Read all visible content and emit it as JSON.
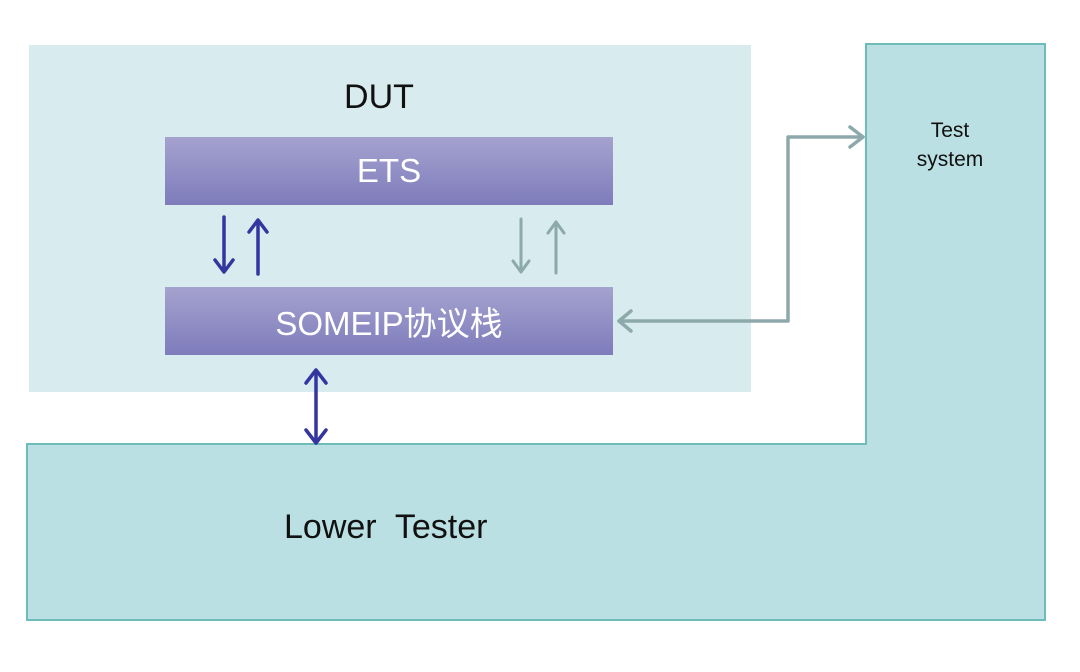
{
  "diagram": {
    "dut_label": "DUT",
    "ets_label": "ETS",
    "someip_stack_label": "SOMEIP协议栈",
    "test_system_label": "Test\nsystem",
    "lower_tester_label": "Lower  Tester"
  },
  "colors": {
    "tester_fill": "#bae0e3",
    "tester_border": "#6dbcb8",
    "dut_fill": "#d8ebee",
    "layer_gradient_top": "#a5a2cf",
    "layer_gradient_bottom": "#7e7cbb",
    "primary_arrow": "#3535a0",
    "secondary_arrow": "#8ea9ab"
  }
}
